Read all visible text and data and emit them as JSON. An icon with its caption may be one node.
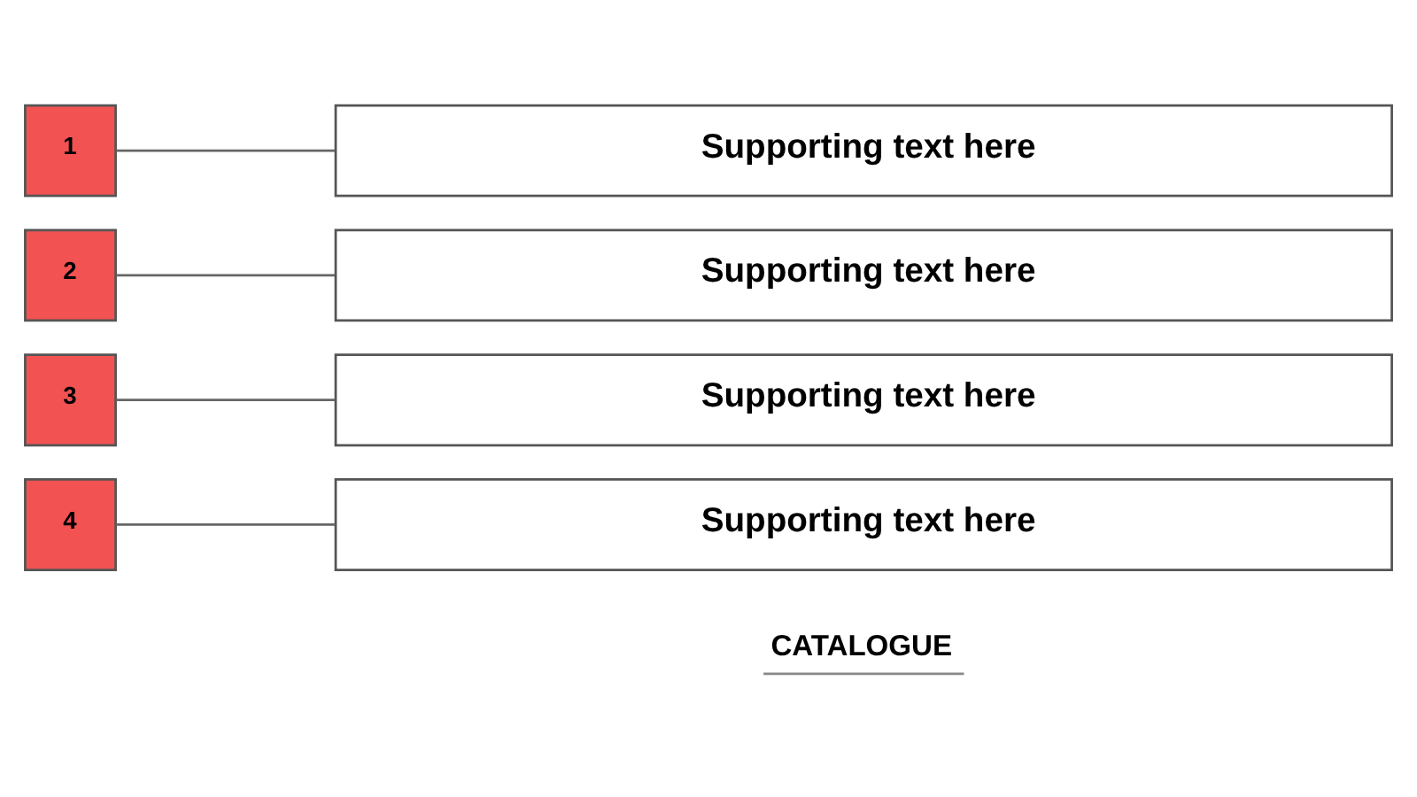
{
  "diagram": {
    "nodes": [
      {
        "text": [
          "1"
        ]
      },
      {
        "text": [
          "Supporting text here"
        ]
      },
      {
        "text": [
          "2"
        ]
      },
      {
        "text": [
          "Supporting text here"
        ]
      },
      {
        "text": [
          "3"
        ]
      },
      {
        "text": [
          "Supporting text here"
        ]
      },
      {
        "text": [
          "4"
        ]
      },
      {
        "text": [
          "Supporting text here"
        ]
      }
    ],
    "edges": [
      {
        "from": 0,
        "to": 1,
        "arrow": "none"
      },
      {
        "from": 2,
        "to": 3,
        "arrow": "none"
      },
      {
        "from": 4,
        "to": 5,
        "arrow": "none"
      },
      {
        "from": 6,
        "to": 7,
        "arrow": "none"
      }
    ],
    "labels": [
      "CATALOGUE"
    ]
  }
}
